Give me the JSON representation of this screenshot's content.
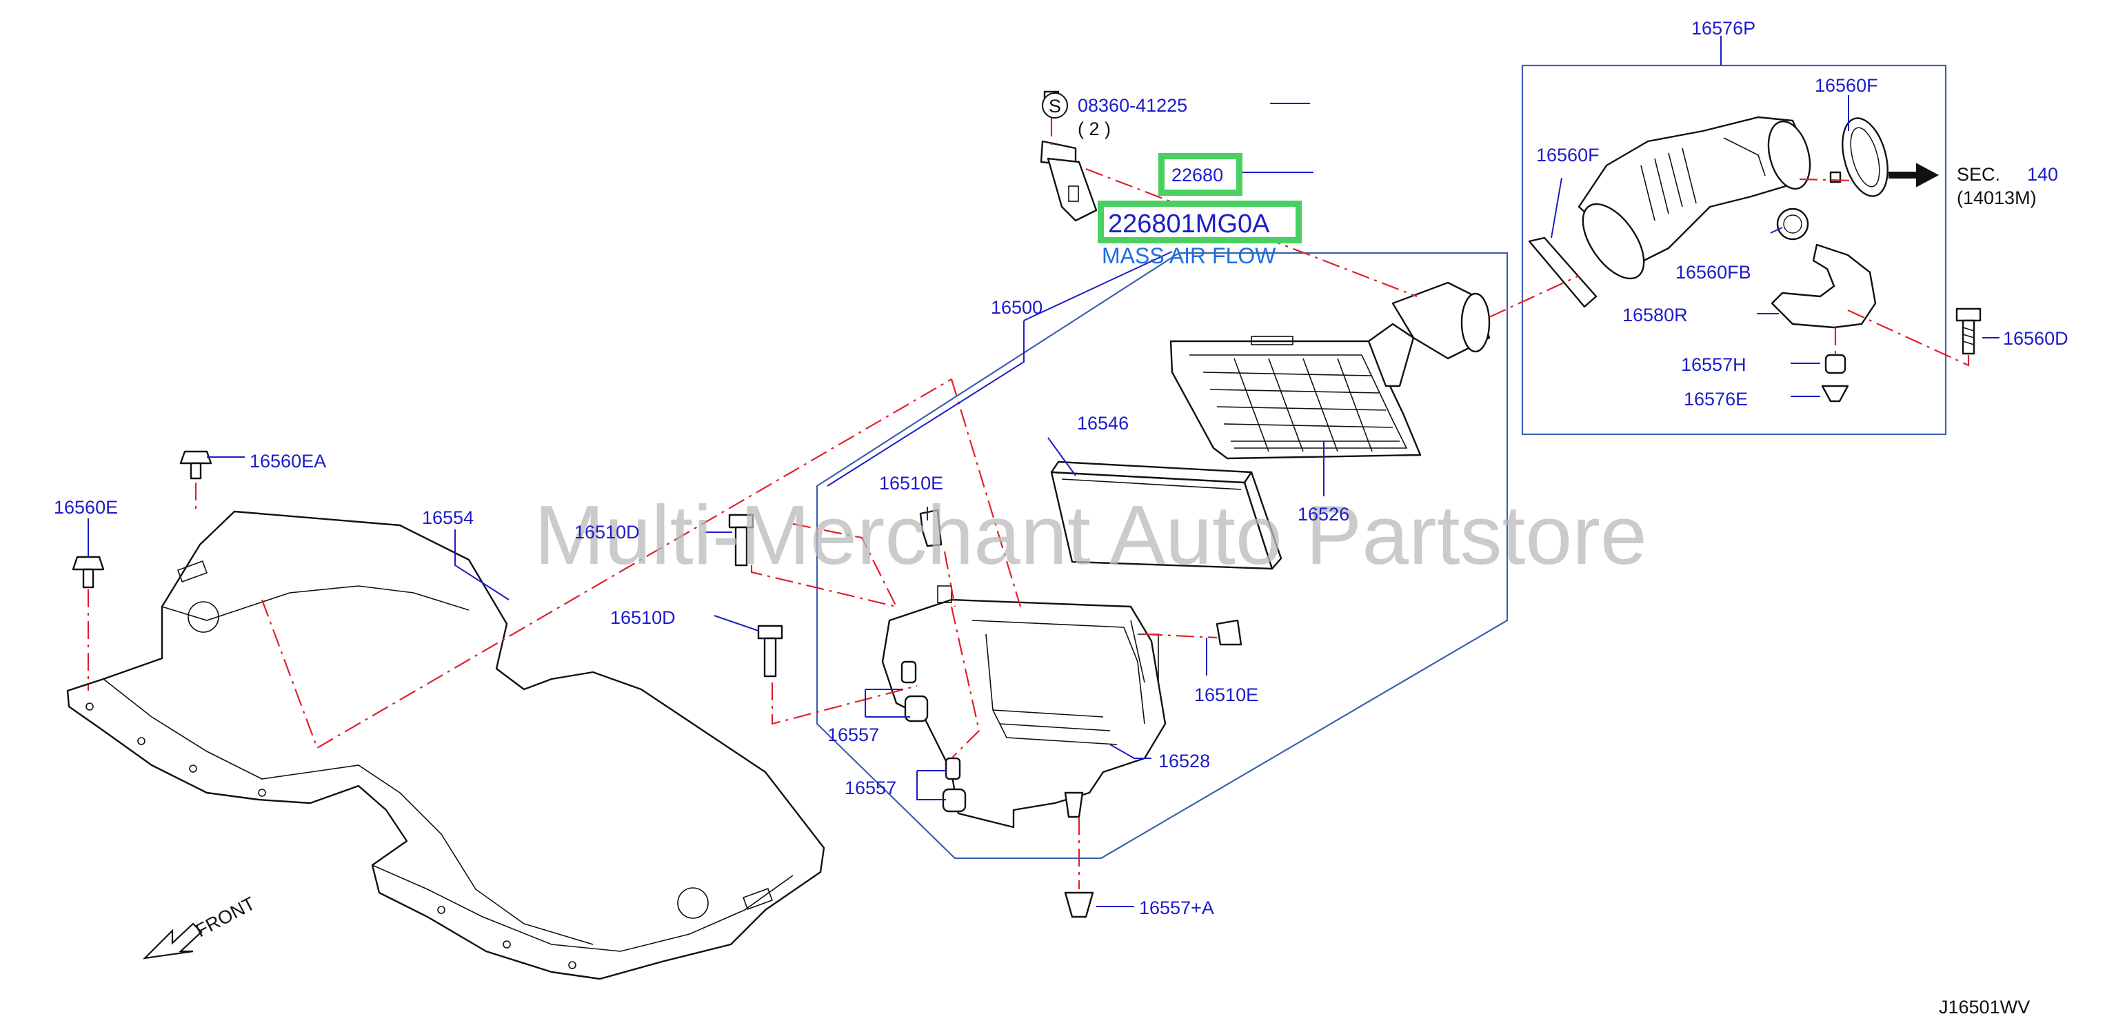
{
  "diagram": {
    "drawing_code": "J16501WV",
    "watermark": "Multi-Merchant Auto Partstore",
    "front_label": "FRONT",
    "symbol_s": "S",
    "bolt_part": "08360-41225",
    "bolt_qty": "( 2 )",
    "sensor_part": "22680",
    "sensor_oem": "226801MG0A",
    "sensor_name": "MASS AIR FLOW",
    "sec_ref_a": "SEC.",
    "sec_ref_b": "140",
    "sec_ref_c": "(14013M)",
    "labels": {
      "p16576P": "16576P",
      "p16560F_1": "16560F",
      "p16560F_2": "16560F",
      "p16560FB": "16560FB",
      "p16580R": "16580R",
      "p16560D": "16560D",
      "p16557H": "16557H",
      "p16576E": "16576E",
      "p16500": "16500",
      "p16546": "16546",
      "p16526": "16526",
      "p16510E_1": "16510E",
      "p16510E_2": "16510E",
      "p16510D_1": "16510D",
      "p16510D_2": "16510D",
      "p16557_1": "16557",
      "p16557_2": "16557",
      "p16528": "16528",
      "p16557A": "16557+A",
      "p16560EA": "16560EA",
      "p16560E": "16560E",
      "p16554": "16554"
    },
    "colors": {
      "label_blue": "#1c1cc8",
      "frame_blue": "#3a60b0",
      "leader_red": "#e0202a",
      "highlight_green": "#49d061"
    }
  }
}
